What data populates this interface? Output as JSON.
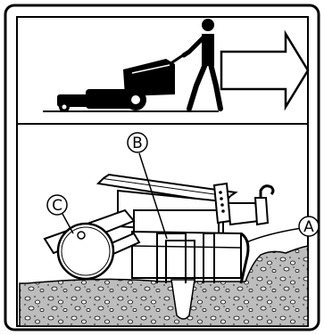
{
  "callouts": {
    "a": "A",
    "b": "B",
    "c": "C"
  },
  "colors": {
    "ink": "#000000",
    "paper": "#ffffff",
    "ground": "#bdbdbd"
  },
  "icons": [
    "walking-operator-icon",
    "mower-icon",
    "direction-arrow-icon",
    "aerator-machine-icon",
    "soil-ground-icon"
  ]
}
